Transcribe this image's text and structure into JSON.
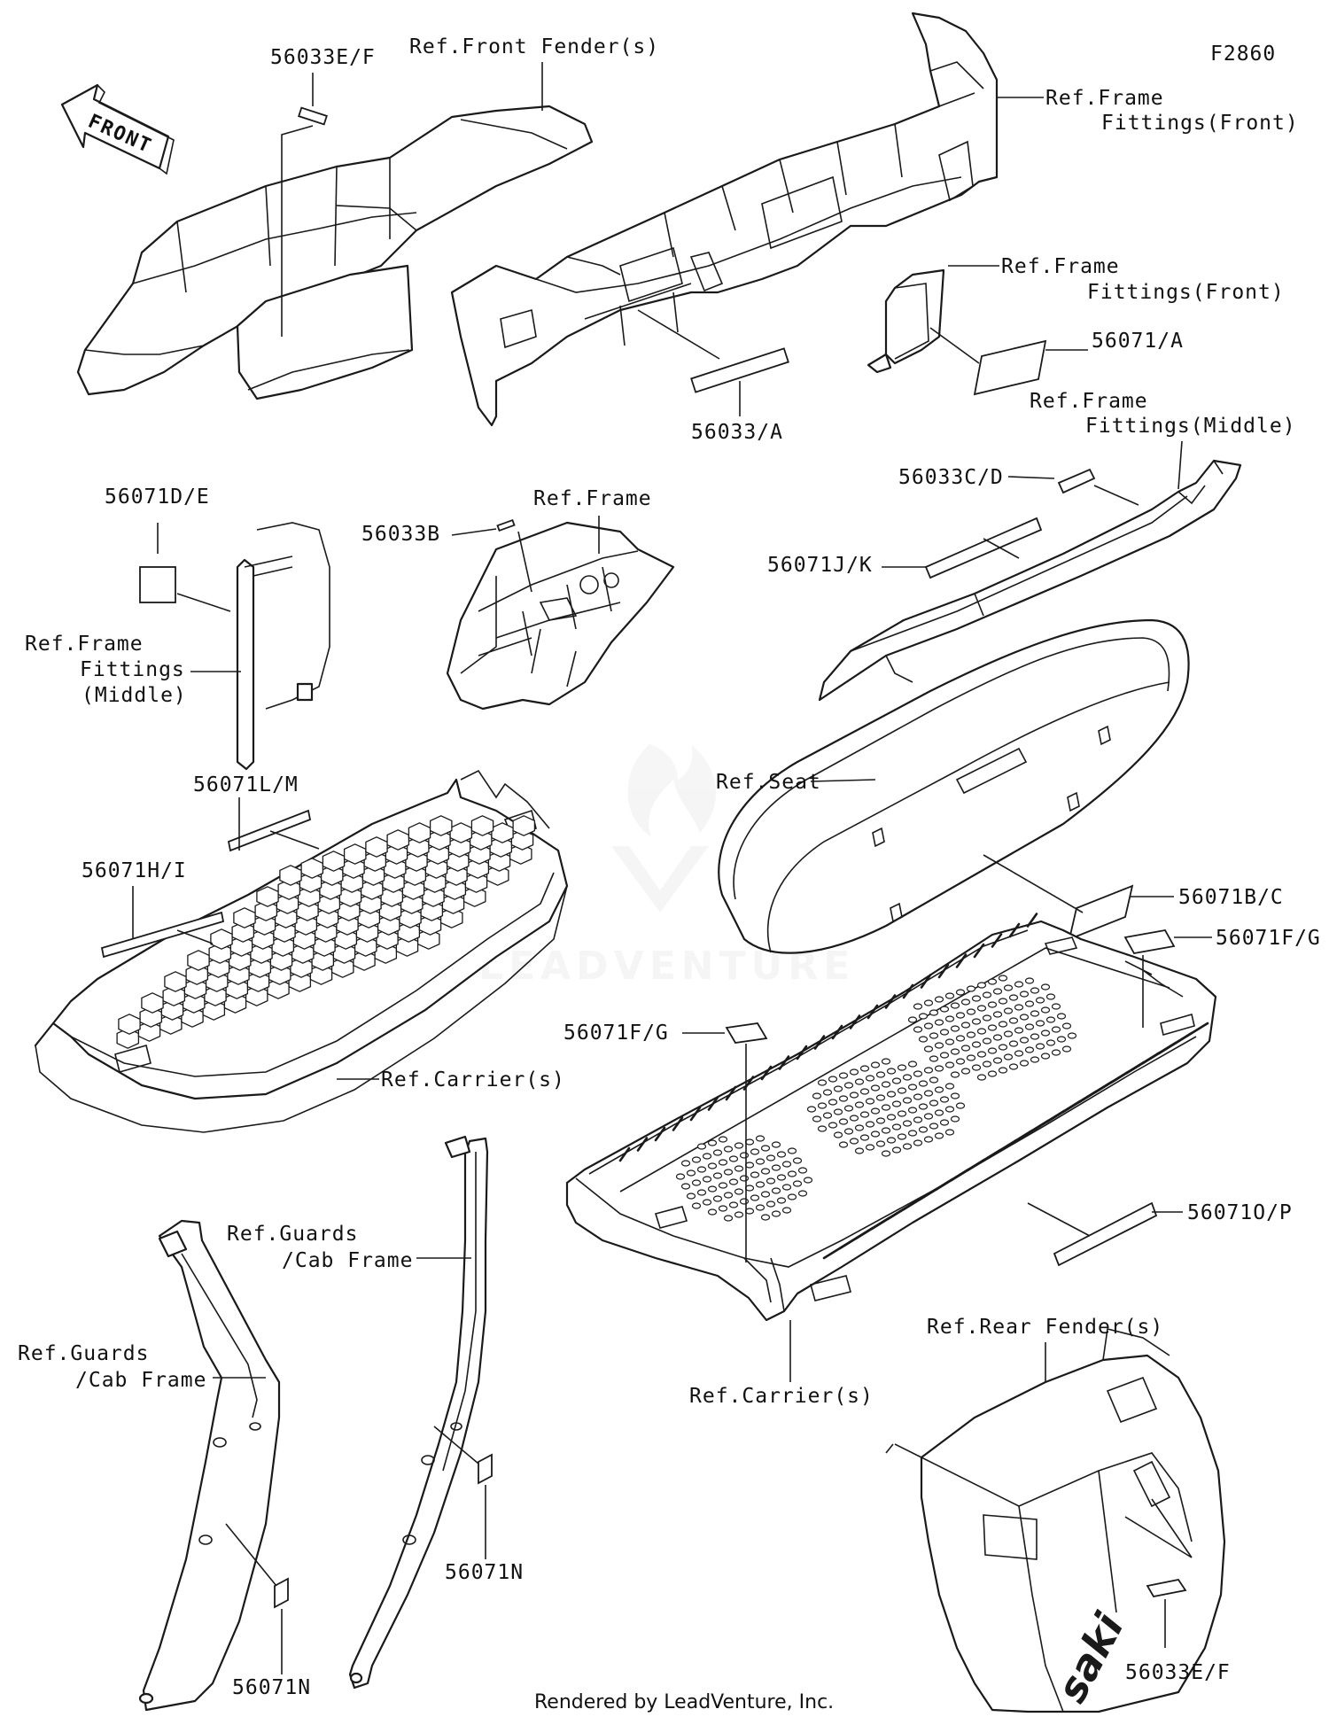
{
  "figure_code": "F2860",
  "front_arrow_label": "FRONT",
  "credit": "Rendered by LeadVenture, Inc.",
  "watermark_text": "LEADVENTURE",
  "labels": {
    "l_56033EF_top": "56033E/F",
    "l_front_fender": "Ref.Front Fender(s)",
    "l_ff_front_1a": "Ref.Frame",
    "l_ff_front_1b": "Fittings(Front)",
    "l_ff_front_2a": "Ref.Frame",
    "l_ff_front_2b": "Fittings(Front)",
    "l_56071A": "56071/A",
    "l_56033A": "56033/A",
    "l_ff_middle_a": "Ref.Frame",
    "l_ff_middle_b": "Fittings(Middle)",
    "l_56033CD": "56033C/D",
    "l_56071JK": "56071J/K",
    "l_56071DE": "56071D/E",
    "l_56033B": "56033B",
    "l_ref_frame": "Ref.Frame",
    "l_ff_middle2_a": "Ref.Frame",
    "l_ff_middle2_b": "Fittings",
    "l_ff_middle2_c": "(Middle)",
    "l_ref_seat": "Ref.Seat",
    "l_56071BC": "56071B/C",
    "l_56071LM": "56071L/M",
    "l_56071HI": "56071H/I",
    "l_ref_carrier_1": "Ref.Carrier(s)",
    "l_56071FG_right": "56071F/G",
    "l_56071FG_left": "56071F/G",
    "l_56071OP": "56071O/P",
    "l_ref_carrier_2": "Ref.Carrier(s)",
    "l_guards_1a": "Ref.Guards",
    "l_guards_1b": "/Cab Frame",
    "l_guards_2a": "Ref.Guards",
    "l_guards_2b": "/Cab Frame",
    "l_56071N_right": "56071N",
    "l_56071N_left": "56071N",
    "l_rear_fender": "Ref.Rear Fender(s)",
    "l_56033EF_bottom": "56033E/F"
  }
}
